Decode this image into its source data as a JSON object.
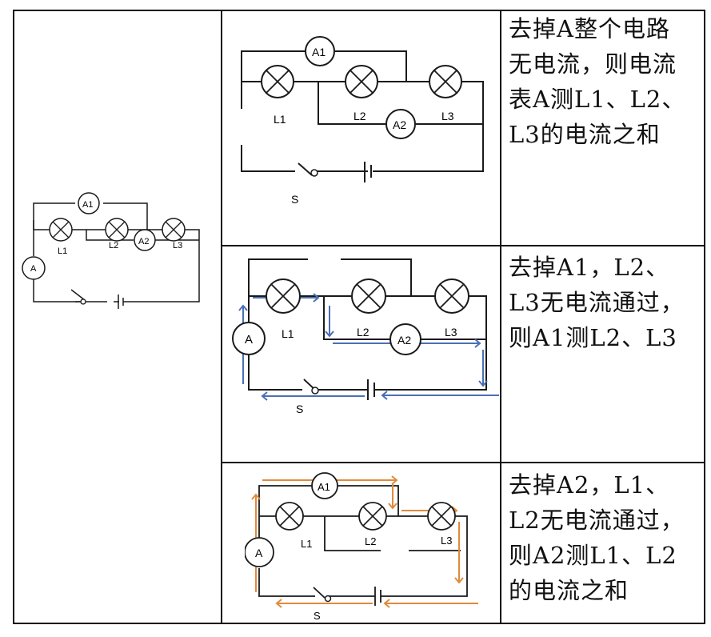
{
  "labels": {
    "ammeter_main": "A",
    "ammeter_1": "A1",
    "ammeter_2": "A2",
    "lamp_1": "L1",
    "lamp_2": "L2",
    "lamp_3": "L3",
    "switch": "S"
  },
  "notes": {
    "row1": "去掉A整个电路无电流，则电流表A测L1、L2、L3的电流之和",
    "row2": "去掉A1，L2、L3无电流通过，则A1测L2、L3",
    "row3": "去掉A2，L1、L2无电流通过，则A2测L1、L2的电流之和"
  },
  "colors": {
    "wire": "#1a1a1a",
    "current_blue": "#4a6fb5",
    "current_orange": "#e08a3c"
  }
}
